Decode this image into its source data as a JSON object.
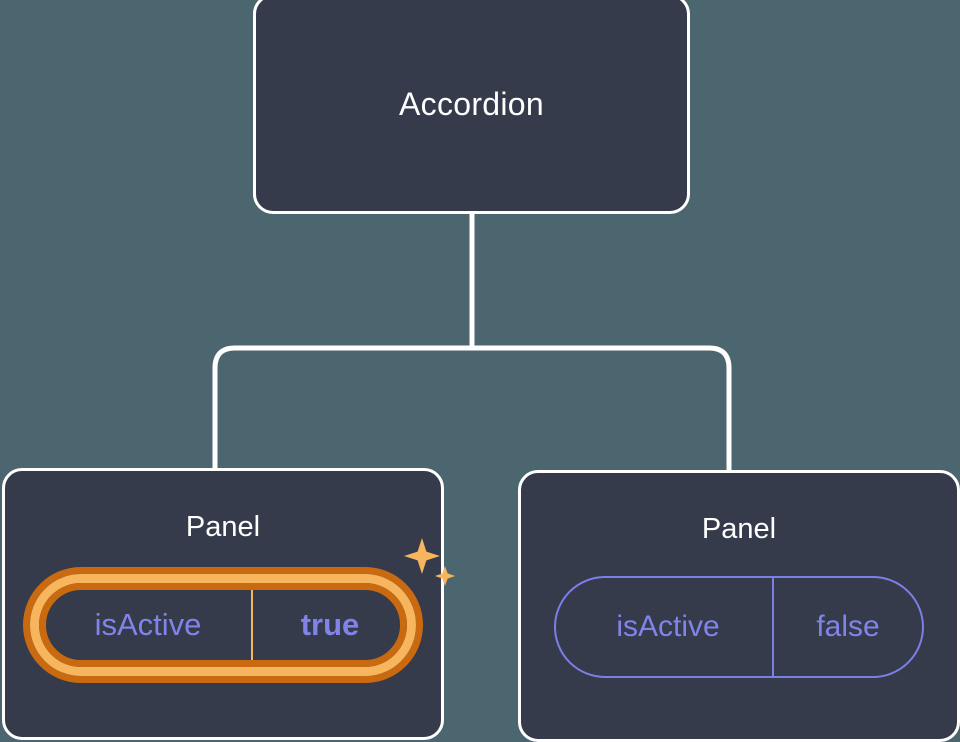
{
  "theme": {
    "background": "#4c6670",
    "card_fill": "#353b4a",
    "card_border": "#ffffff",
    "connector": "#ffffff",
    "prop_text": "#8084ea",
    "prop_border": "#7b7fe8",
    "highlight_inner": "#f7b65e",
    "highlight_outer": "#c96a11",
    "title_text": "#ffffff"
  },
  "tree": {
    "root": {
      "title": "Accordion"
    },
    "children": [
      {
        "title": "Panel",
        "prop": {
          "key": "isActive",
          "value": "true",
          "highlighted": true,
          "sparkle": "sparkle-icon"
        }
      },
      {
        "title": "Panel",
        "prop": {
          "key": "isActive",
          "value": "false",
          "highlighted": false
        }
      }
    ]
  }
}
